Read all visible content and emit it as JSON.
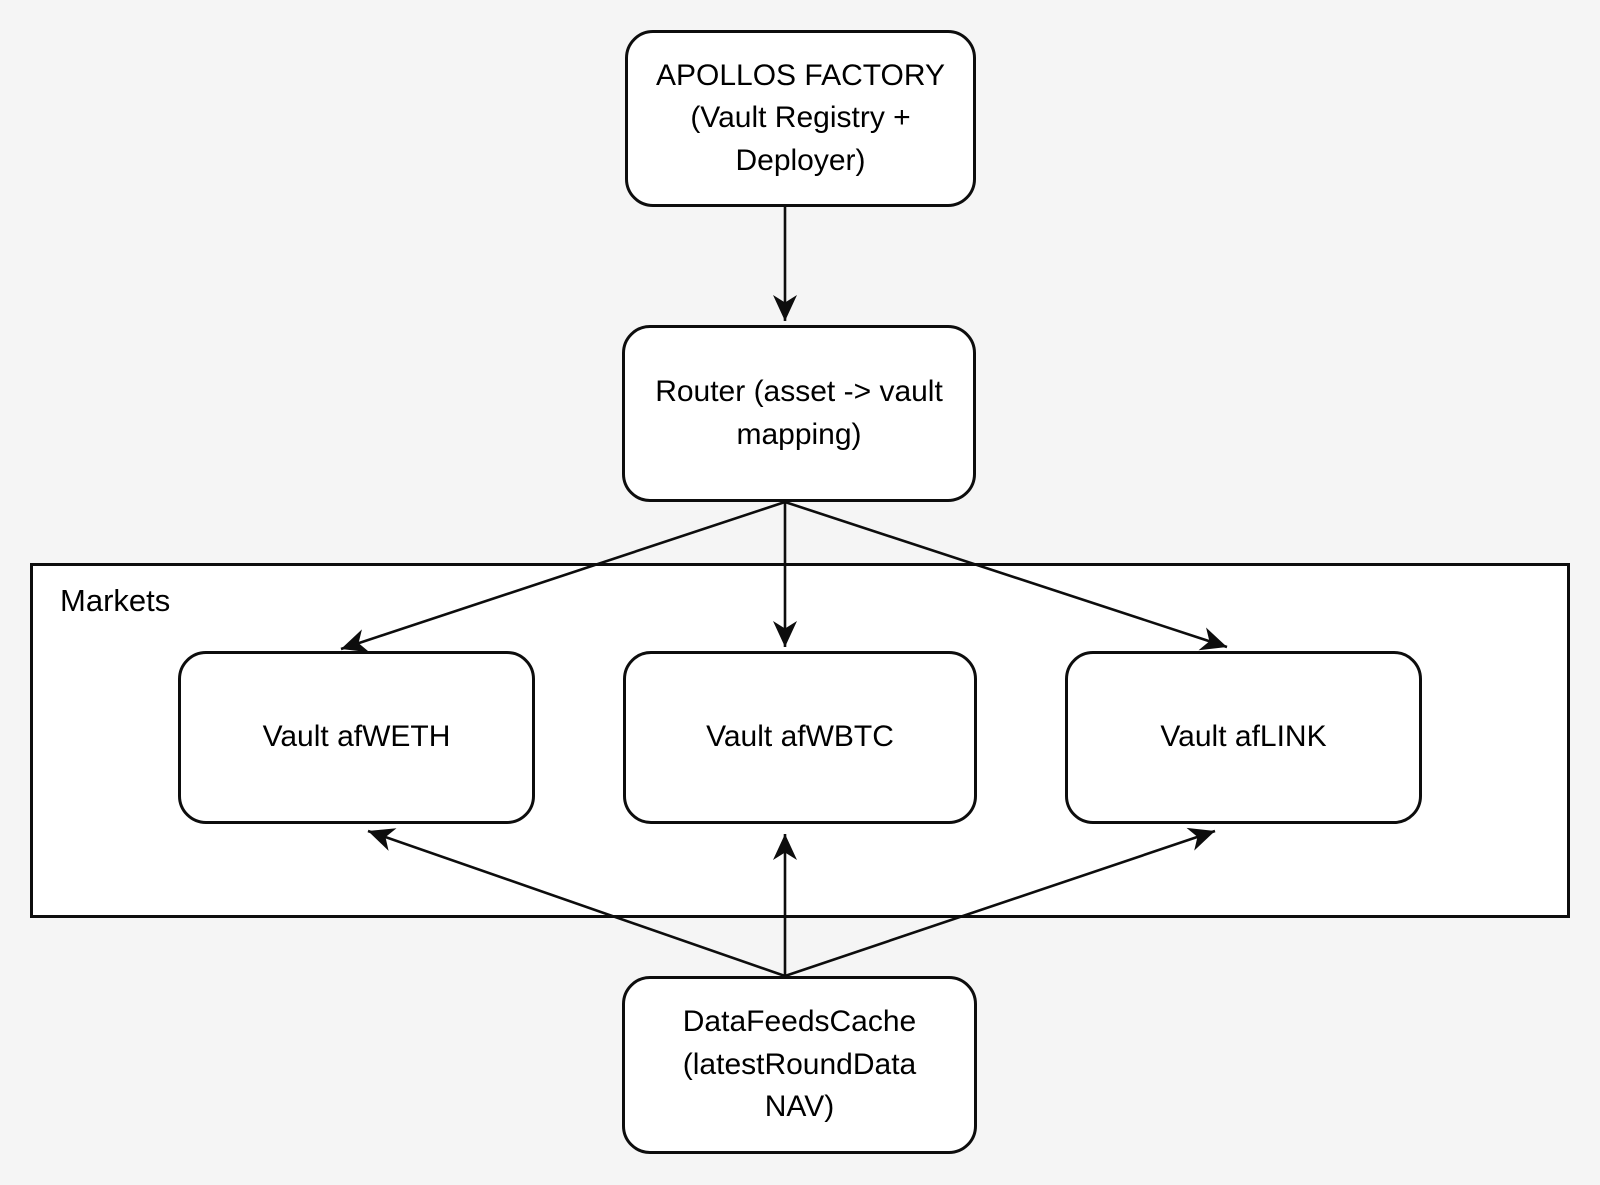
{
  "diagram": {
    "type": "flowchart",
    "background_color": "#f5f5f5",
    "node_fill_color": "#ffffff",
    "stroke_color": "#0d0d0d",
    "text_color": "#000000"
  },
  "groups": {
    "markets": {
      "label": "Markets"
    }
  },
  "nodes": {
    "factory": {
      "label": "APOLLOS FACTORY\n(Vault Registry +\nDeployer)"
    },
    "router": {
      "label": "Router (asset -> vault\nmapping)"
    },
    "vault_weth": {
      "label": "Vault afWETH"
    },
    "vault_wbtc": {
      "label": "Vault afWBTC"
    },
    "vault_link": {
      "label": "Vault afLINK"
    },
    "data_feeds": {
      "label": "DataFeedsCache\n(latestRoundData\nNAV)"
    }
  },
  "edges": [
    {
      "from": "factory",
      "to": "router",
      "direction": "down"
    },
    {
      "from": "router",
      "to": "vault_weth",
      "direction": "down-left"
    },
    {
      "from": "router",
      "to": "vault_wbtc",
      "direction": "down"
    },
    {
      "from": "router",
      "to": "vault_link",
      "direction": "down-right"
    },
    {
      "from": "data_feeds",
      "to": "vault_weth",
      "direction": "up-left"
    },
    {
      "from": "data_feeds",
      "to": "vault_wbtc",
      "direction": "up"
    },
    {
      "from": "data_feeds",
      "to": "vault_link",
      "direction": "up-right"
    }
  ]
}
